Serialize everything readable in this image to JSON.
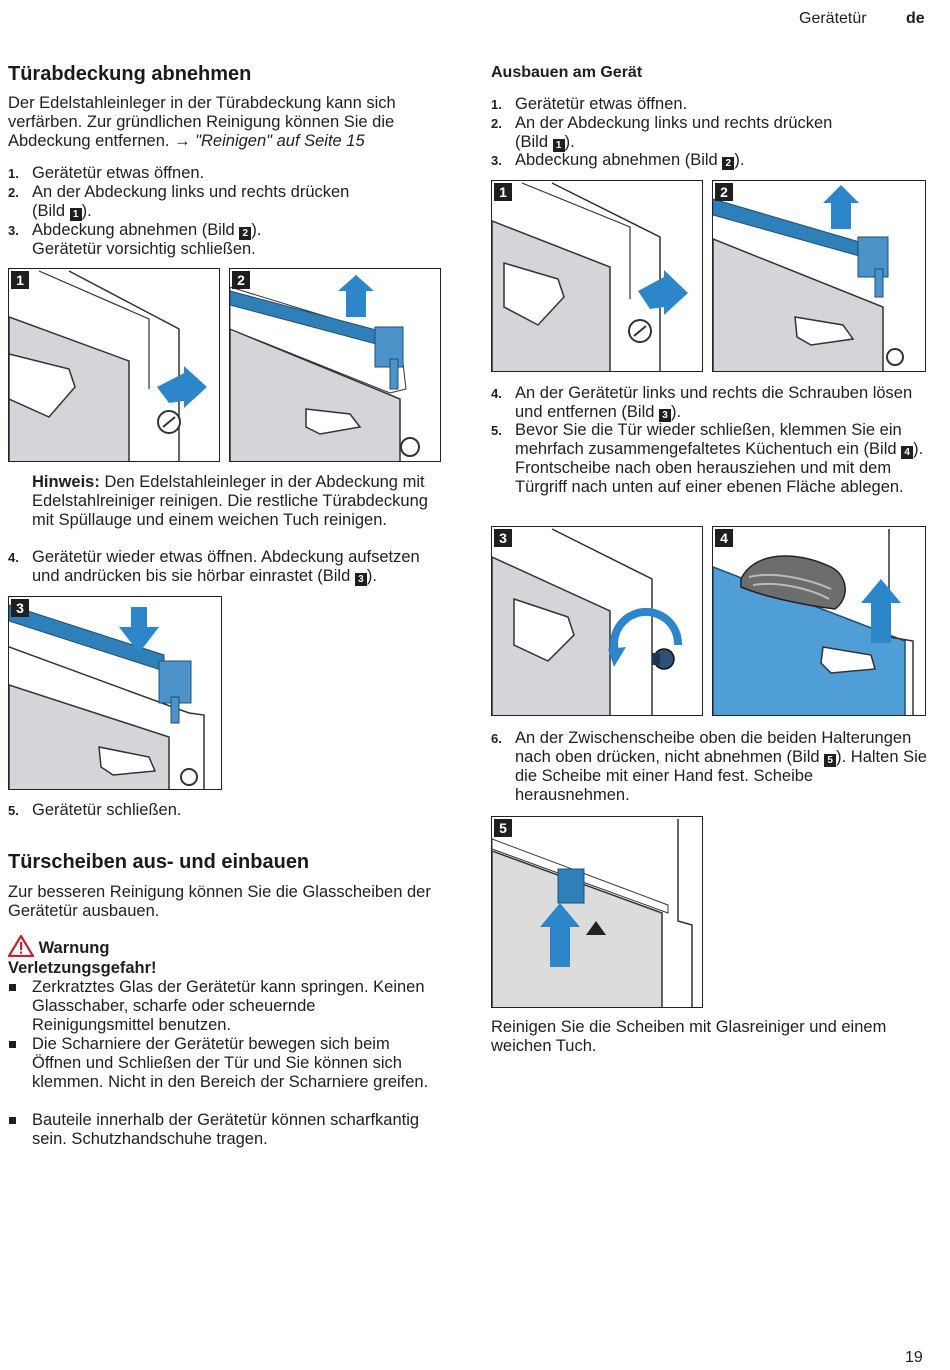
{
  "header": {
    "section": "Gerätetür",
    "lang": "de"
  },
  "page_number": "19",
  "left": {
    "title1": "Türabdeckung abnehmen",
    "intro1": "Der Edelstahleinleger in der Türabdeckung kann sich verfärben. Zur gründlichen Reinigung können Sie die Abdeckung entfernen.",
    "intro1_arrow": "→",
    "intro1_link": "\"Reinigen\" auf Seite 15",
    "steps": [
      {
        "num": "1.",
        "text": "Gerätetür etwas öffnen."
      },
      {
        "num": "2.",
        "text_a": "An der Abdeckung links und rechts drücken",
        "text_b": "(Bild",
        "ref": "1",
        "text_c": ")."
      },
      {
        "num": "3.",
        "text_a": "Abdeckung abnehmen (Bild",
        "ref": "2",
        "text_c": ").",
        "text_d": "Gerätetür vorsichtig schließen."
      }
    ],
    "note_label": "Hinweis:",
    "note_text": "Den Edelstahleinleger in der Abdeckung mit Edelstahlreiniger reinigen. Die restliche Türabdeckung mit Spüllauge und einem weichen Tuch reinigen.",
    "step4": {
      "num": "4.",
      "text_a": "Gerätetür wieder etwas öffnen. Abdeckung aufsetzen und andrücken bis sie hörbar einrastet (Bild",
      "ref": "3",
      "text_c": ")."
    },
    "step5": {
      "num": "5.",
      "text": "Gerätetür schließen."
    },
    "title2": "Türscheiben aus- und einbauen",
    "intro2": "Zur besseren Reinigung können Sie die Glasscheiben der Gerätetür ausbauen.",
    "warning_title": "Warnung",
    "warning_sub": "Verletzungsgefahr!",
    "warning_bullets": [
      "Zerkratztes Glas der Gerätetür kann springen. Keinen Glasschaber, scharfe oder scheuernde Reinigungsmittel benutzen.",
      "Die Scharniere der Gerätetür bewegen sich beim Öffnen und Schließen der Tür und Sie können sich klemmen. Nicht in den Bereich der Scharniere greifen.",
      "Bauteile innerhalb der Gerätetür können scharfkantig sein. Schutzhandschuhe tragen."
    ],
    "fig_labels": [
      "1",
      "2",
      "3"
    ]
  },
  "right": {
    "title": "Ausbauen am Gerät",
    "steps": [
      {
        "num": "1.",
        "text": "Gerätetür etwas öffnen."
      },
      {
        "num": "2.",
        "text_a": "An der Abdeckung links und rechts drücken",
        "text_b": "(Bild",
        "ref": "1",
        "text_c": ")."
      },
      {
        "num": "3.",
        "text_a": "Abdeckung abnehmen (Bild",
        "ref": "2",
        "text_c": ")."
      },
      {
        "num": "4.",
        "text_a": "An der Gerätetür links und rechts die Schrauben lösen und entfernen (Bild",
        "ref": "3",
        "text_c": ")."
      },
      {
        "num": "5.",
        "text_a": "Bevor Sie die Tür wieder schließen, klemmen Sie ein mehrfach zusammengefaltetes Küchentuch ein (Bild",
        "ref": "4",
        "text_c": ").",
        "text_d": "Frontscheibe nach oben herausziehen und mit dem Türgriff nach unten auf einer ebenen Fläche ablegen."
      },
      {
        "num": "6.",
        "text_a": "An der Zwischenscheibe oben die beiden Halterungen nach oben drücken, nicht abnehmen (Bild",
        "ref": "5",
        "text_c": "). Halten Sie die Scheibe mit einer Hand fest. Scheibe herausnehmen."
      }
    ],
    "closing": "Reinigen Sie die Scheiben mit Glasreiniger und einem weichen Tuch.",
    "fig_labels": [
      "1",
      "2",
      "3",
      "4",
      "5"
    ]
  },
  "colors": {
    "blue_part": "#2f7fb8",
    "arrow_blue": "#2c86c9",
    "glass_blue": "#4f9fd6",
    "grey_panel": "#d3d5d8",
    "warning_red": "#c0262d"
  }
}
